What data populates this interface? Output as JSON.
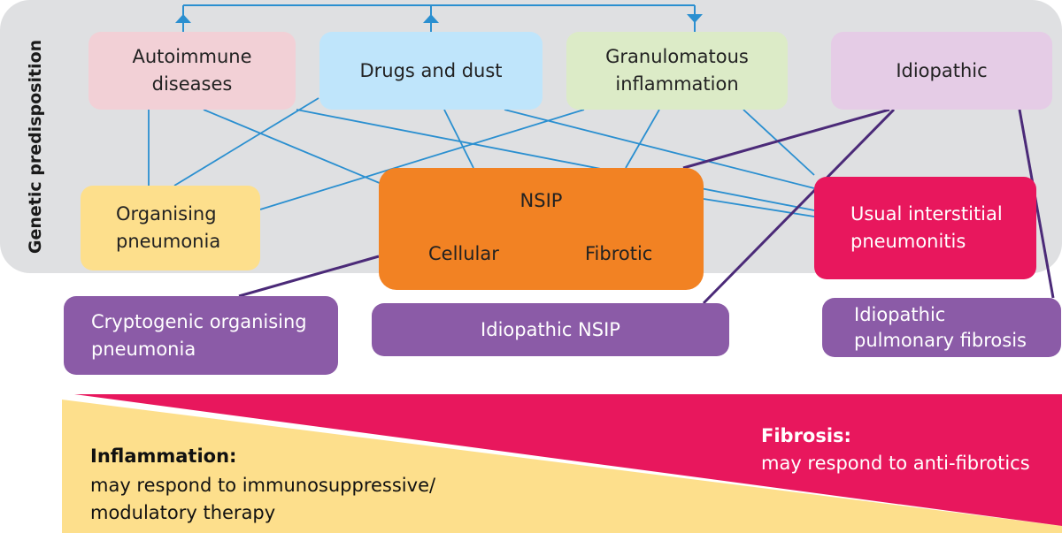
{
  "side_label": "Genetic predisposition",
  "top": {
    "autoimmune": [
      "Autoimmune",
      "diseases"
    ],
    "drugs": "Drugs and dust",
    "granulomatous": [
      "Granulomatous",
      "inflammation"
    ],
    "idiopathic": "Idiopathic"
  },
  "middle": {
    "organising_pneumonia": [
      "Organising",
      "pneumonia"
    ],
    "nsip": {
      "title": "NSIP",
      "cellular": "Cellular",
      "fibrotic": "Fibrotic"
    },
    "uip": [
      "Usual interstitial",
      "pneumonitis"
    ]
  },
  "bottom": {
    "cop": [
      "Cryptogenic organising",
      "pneumonia"
    ],
    "idiopathic_nsip": "Idiopathic NSIP",
    "ipf": [
      "Idiopathic",
      "pulmonary fibrosis"
    ]
  },
  "spectrum": {
    "inflammation": {
      "heading": "Inflammation:",
      "lines": [
        "may respond to immunosuppressive/",
        "modulatory therapy"
      ]
    },
    "fibrosis": {
      "heading": "Fibrosis:",
      "lines": [
        "may respond to anti-fibrotics"
      ]
    }
  },
  "colors": {
    "panel": "#dfe0e2",
    "blue_connector": "#2a8fd0",
    "purple_connector": "#4b2a78",
    "inflammation": "#fddf8c",
    "fibrosis": "#e8175d",
    "nsip": "#f28223",
    "idiopathic_purple": "#8b5ba7"
  }
}
